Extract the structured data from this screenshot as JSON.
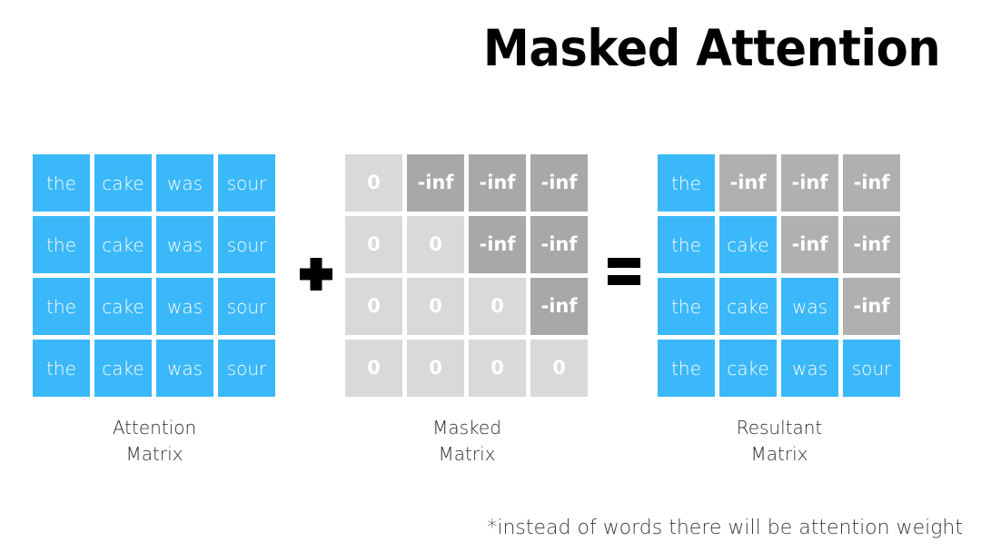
{
  "title": "Masked Attention",
  "footnote": "*instead of words there will be attention weight",
  "colors": {
    "blue": "#3bb8fa",
    "light_gray": "#d9d9d9",
    "dark_gray": "#a8a8a8",
    "result_gray": "#b0b0b0",
    "text_on_cell": "#ffffff",
    "title": "#000000"
  },
  "operators": {
    "plus": "+",
    "equals": "="
  },
  "matrices": [
    {
      "id": "attention-matrix",
      "caption_line1": "Attention",
      "caption_line2": "Matrix",
      "rows": [
        [
          {
            "text": "the",
            "kind": "word"
          },
          {
            "text": "cake",
            "kind": "word"
          },
          {
            "text": "was",
            "kind": "word"
          },
          {
            "text": "sour",
            "kind": "word"
          }
        ],
        [
          {
            "text": "the",
            "kind": "word"
          },
          {
            "text": "cake",
            "kind": "word"
          },
          {
            "text": "was",
            "kind": "word"
          },
          {
            "text": "sour",
            "kind": "word"
          }
        ],
        [
          {
            "text": "the",
            "kind": "word"
          },
          {
            "text": "cake",
            "kind": "word"
          },
          {
            "text": "was",
            "kind": "word"
          },
          {
            "text": "sour",
            "kind": "word"
          }
        ],
        [
          {
            "text": "the",
            "kind": "word"
          },
          {
            "text": "cake",
            "kind": "word"
          },
          {
            "text": "was",
            "kind": "word"
          },
          {
            "text": "sour",
            "kind": "word"
          }
        ]
      ]
    },
    {
      "id": "masked-matrix",
      "caption_line1": "Masked",
      "caption_line2": "Matrix",
      "rows": [
        [
          {
            "text": "0",
            "kind": "zero"
          },
          {
            "text": "-inf",
            "kind": "inf"
          },
          {
            "text": "-inf",
            "kind": "inf"
          },
          {
            "text": "-inf",
            "kind": "inf"
          }
        ],
        [
          {
            "text": "0",
            "kind": "zero"
          },
          {
            "text": "0",
            "kind": "zero"
          },
          {
            "text": "-inf",
            "kind": "inf"
          },
          {
            "text": "-inf",
            "kind": "inf"
          }
        ],
        [
          {
            "text": "0",
            "kind": "zero"
          },
          {
            "text": "0",
            "kind": "zero"
          },
          {
            "text": "0",
            "kind": "zero"
          },
          {
            "text": "-inf",
            "kind": "inf"
          }
        ],
        [
          {
            "text": "0",
            "kind": "zero"
          },
          {
            "text": "0",
            "kind": "zero"
          },
          {
            "text": "0",
            "kind": "zero"
          },
          {
            "text": "0",
            "kind": "zero"
          }
        ]
      ]
    },
    {
      "id": "resultant-matrix",
      "caption_line1": "Resultant",
      "caption_line2": "Matrix",
      "rows": [
        [
          {
            "text": "the",
            "kind": "word"
          },
          {
            "text": "-inf",
            "kind": "inf-res"
          },
          {
            "text": "-inf",
            "kind": "inf-res"
          },
          {
            "text": "-inf",
            "kind": "inf-res"
          }
        ],
        [
          {
            "text": "the",
            "kind": "word"
          },
          {
            "text": "cake",
            "kind": "word"
          },
          {
            "text": "-inf",
            "kind": "inf-res"
          },
          {
            "text": "-inf",
            "kind": "inf-res"
          }
        ],
        [
          {
            "text": "the",
            "kind": "word"
          },
          {
            "text": "cake",
            "kind": "word"
          },
          {
            "text": "was",
            "kind": "word"
          },
          {
            "text": "-inf",
            "kind": "inf-res"
          }
        ],
        [
          {
            "text": "the",
            "kind": "word"
          },
          {
            "text": "cake",
            "kind": "word"
          },
          {
            "text": "was",
            "kind": "word"
          },
          {
            "text": "sour",
            "kind": "word"
          }
        ]
      ]
    }
  ]
}
